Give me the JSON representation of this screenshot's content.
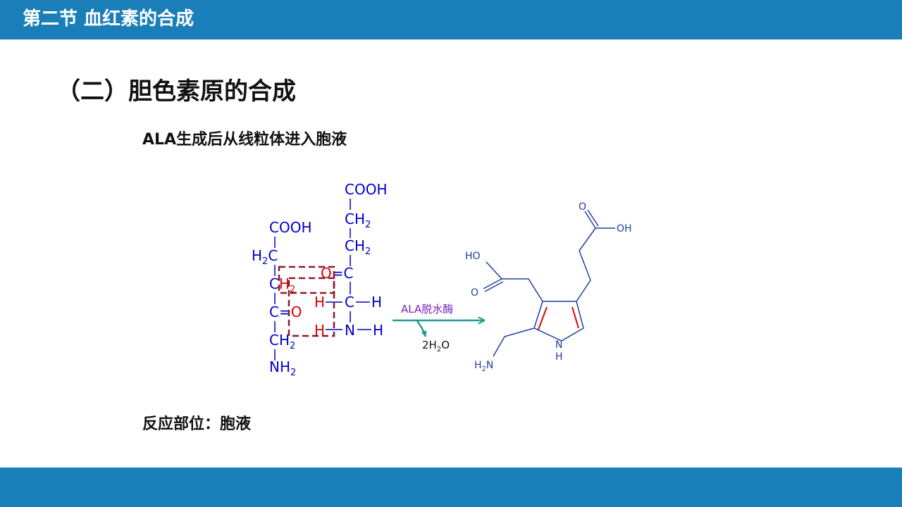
{
  "header": {
    "title": "第二节 血红素的合成"
  },
  "heading": "（二）胆色素原的合成",
  "subtitle": "ALA生成后从线粒体进入胞液",
  "footer_note": "反应部位：胞液",
  "reaction": {
    "enzyme": "ALA脱水酶",
    "byproduct": {
      "coef": "2",
      "h": "H",
      "sub": "2",
      "o": "O"
    }
  },
  "left_molecule": {
    "cooh": "COOH",
    "h2c_h": "H",
    "h2c_sub": "2",
    "h2c_c": "C",
    "ch2a_c": "C",
    "ch2a_h": "H",
    "ch2a_sub": "2",
    "c_eq": "C",
    "eq": "=",
    "o": "O",
    "ch2b": "CH",
    "ch2b_sub": "2",
    "nh2": "NH",
    "nh2_sub": "2"
  },
  "right_molecule": {
    "cooh": "COOH",
    "ch2a": "CH",
    "ch2a_sub": "2",
    "ch2b": "CH",
    "ch2b_sub": "2",
    "o": "O",
    "eq": "=",
    "c1": "C",
    "h_left": "H",
    "c2": "C",
    "h_right": "H",
    "h_left2": "H",
    "n": "N",
    "h_right2": "H"
  },
  "product": {
    "o_top": "O",
    "oh_right": "OH",
    "ho_left": "HO",
    "o_left": "O",
    "n": "N",
    "nh": "H",
    "h2n_h": "H",
    "h2n_sub": "2",
    "h2n_n": "N"
  },
  "colors": {
    "header": "#1a7fb8",
    "chain": "#0000cc",
    "red": "#e00000",
    "box": "#8b1a2b",
    "arrow": "#1a9e8e",
    "enzyme": "#7b22b8",
    "ring": "#1f3f9e"
  }
}
